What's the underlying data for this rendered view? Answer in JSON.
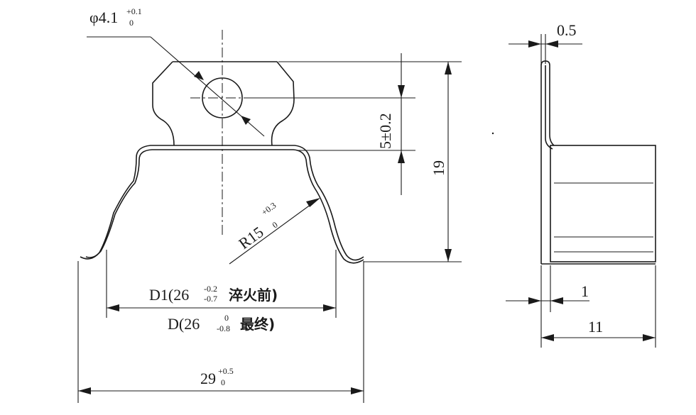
{
  "front_view": {
    "hole_dim": {
      "main": "φ4.1",
      "upper": "+0.1",
      "lower": "0"
    },
    "offset_dim": "5±0.2",
    "height_dim": "19",
    "radius_dim": {
      "main": "R15",
      "upper": "+0.3",
      "lower": "0"
    },
    "d1_dim": {
      "prefix": "D1(26",
      "upper": "-0.2",
      "lower": "-0.7",
      "note": "淬火前)"
    },
    "d_dim": {
      "prefix": "D(26",
      "upper": "0",
      "lower": "-0.8",
      "note": "最终)"
    },
    "width_dim": {
      "main": "29",
      "upper": "+0.5",
      "lower": "0"
    }
  },
  "side_view": {
    "thickness_dim": "0.5",
    "offset_dim": "1",
    "depth_dim": "11"
  }
}
